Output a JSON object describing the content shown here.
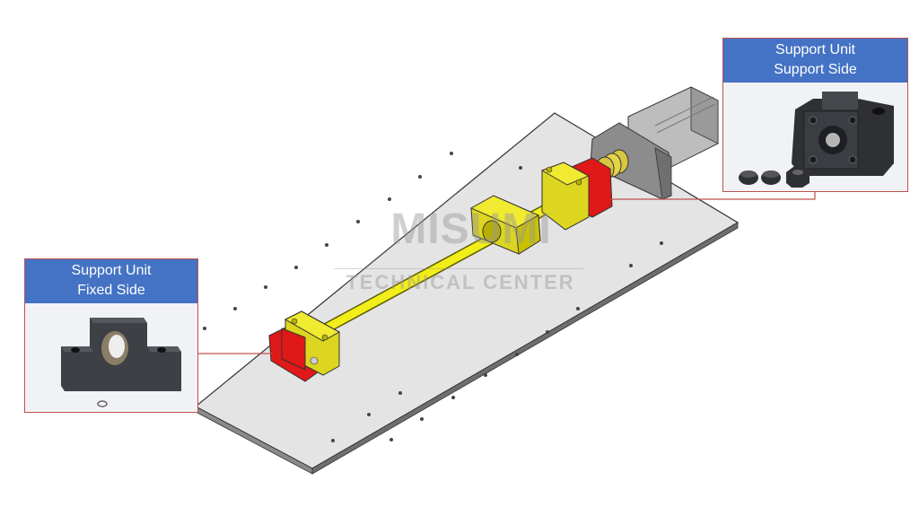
{
  "watermark": {
    "brand": "MISUMI",
    "subtitle": "TECHNICAL CENTER"
  },
  "callouts": [
    {
      "id": "support-side",
      "title_line1": "Support Unit",
      "title_line2": "Support Side",
      "contents": [
        "support-unit-block",
        "lock-nut",
        "lock-nut",
        "hex-nut"
      ]
    },
    {
      "id": "fixed-side",
      "title_line1": "Support Unit",
      "title_line2": "Fixed Side",
      "contents": [
        "support-unit-block",
        "snap-ring"
      ]
    }
  ],
  "assembly": {
    "components": [
      "base-plate",
      "ball-screw-shaft",
      "ball-screw-nut-block",
      "fixed-side-support-unit",
      "support-side-support-unit",
      "coupling",
      "motor-bracket",
      "motor"
    ]
  },
  "colors": {
    "header_blue": "#4472c4",
    "callout_border": "#c0504d",
    "support_red": "#e31c1c",
    "part_yellow": "#e8e000",
    "plate_gray": "#e6e6e6"
  }
}
